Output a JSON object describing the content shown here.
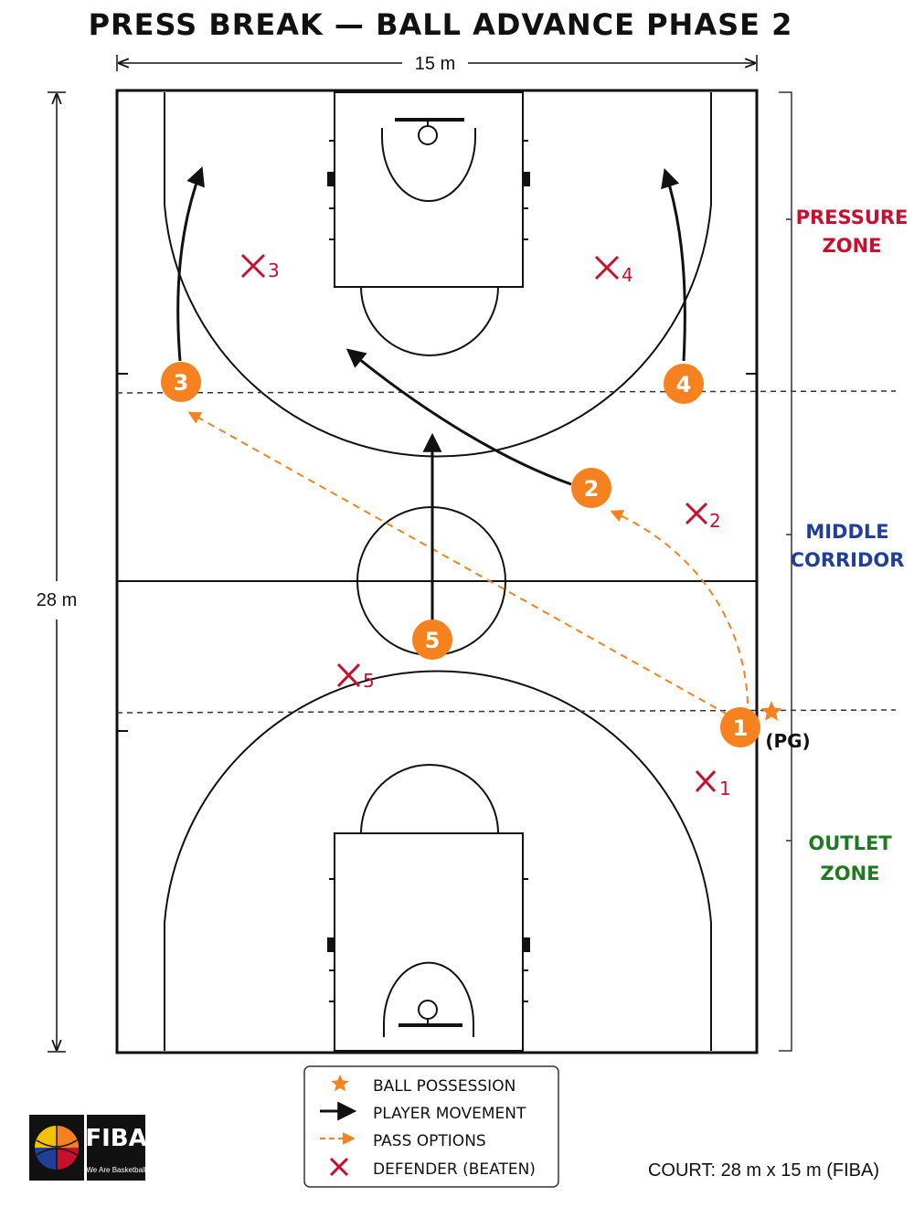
{
  "title": "PRESS BREAK — BALL ADVANCE PHASE 2",
  "dimensions": {
    "width_label": "15 m",
    "length_label": "28 m"
  },
  "zones": [
    {
      "id": "pressure",
      "lines": [
        "PRESSURE",
        "ZONE"
      ],
      "color": "#c8102e"
    },
    {
      "id": "middle",
      "lines": [
        "MIDDLE",
        "CORRIDOR"
      ],
      "color": "#1f3f99"
    },
    {
      "id": "outlet",
      "lines": [
        "OUTLET",
        "ZONE"
      ],
      "color": "#1f7a1f"
    }
  ],
  "players": [
    {
      "number": "1",
      "note": "(PG)",
      "has_ball": true
    },
    {
      "number": "2"
    },
    {
      "number": "3"
    },
    {
      "number": "4"
    },
    {
      "number": "5"
    }
  ],
  "defenders": [
    {
      "mark": "X",
      "number": "1"
    },
    {
      "mark": "X",
      "number": "2"
    },
    {
      "mark": "X",
      "number": "3"
    },
    {
      "mark": "X",
      "number": "4"
    },
    {
      "mark": "X",
      "number": "5"
    }
  ],
  "legend": [
    {
      "symbol": "star-icon",
      "label": "BALL POSSESSION"
    },
    {
      "symbol": "solid-arrow-icon",
      "label": "PLAYER MOVEMENT"
    },
    {
      "symbol": "dashed-arrow-icon",
      "label": "PASS OPTIONS"
    },
    {
      "symbol": "x-icon",
      "label": "DEFENDER (BEATEN)"
    }
  ],
  "footer": {
    "court_size": "COURT: 28 m x 15 m  (FIBA)"
  },
  "logo": {
    "text": "FIBA",
    "tagline": "We Are Basketball"
  },
  "colors": {
    "offense": "#f5821f",
    "defense": "#c8102e",
    "movement": "#111111",
    "pass": "#f5821f"
  }
}
